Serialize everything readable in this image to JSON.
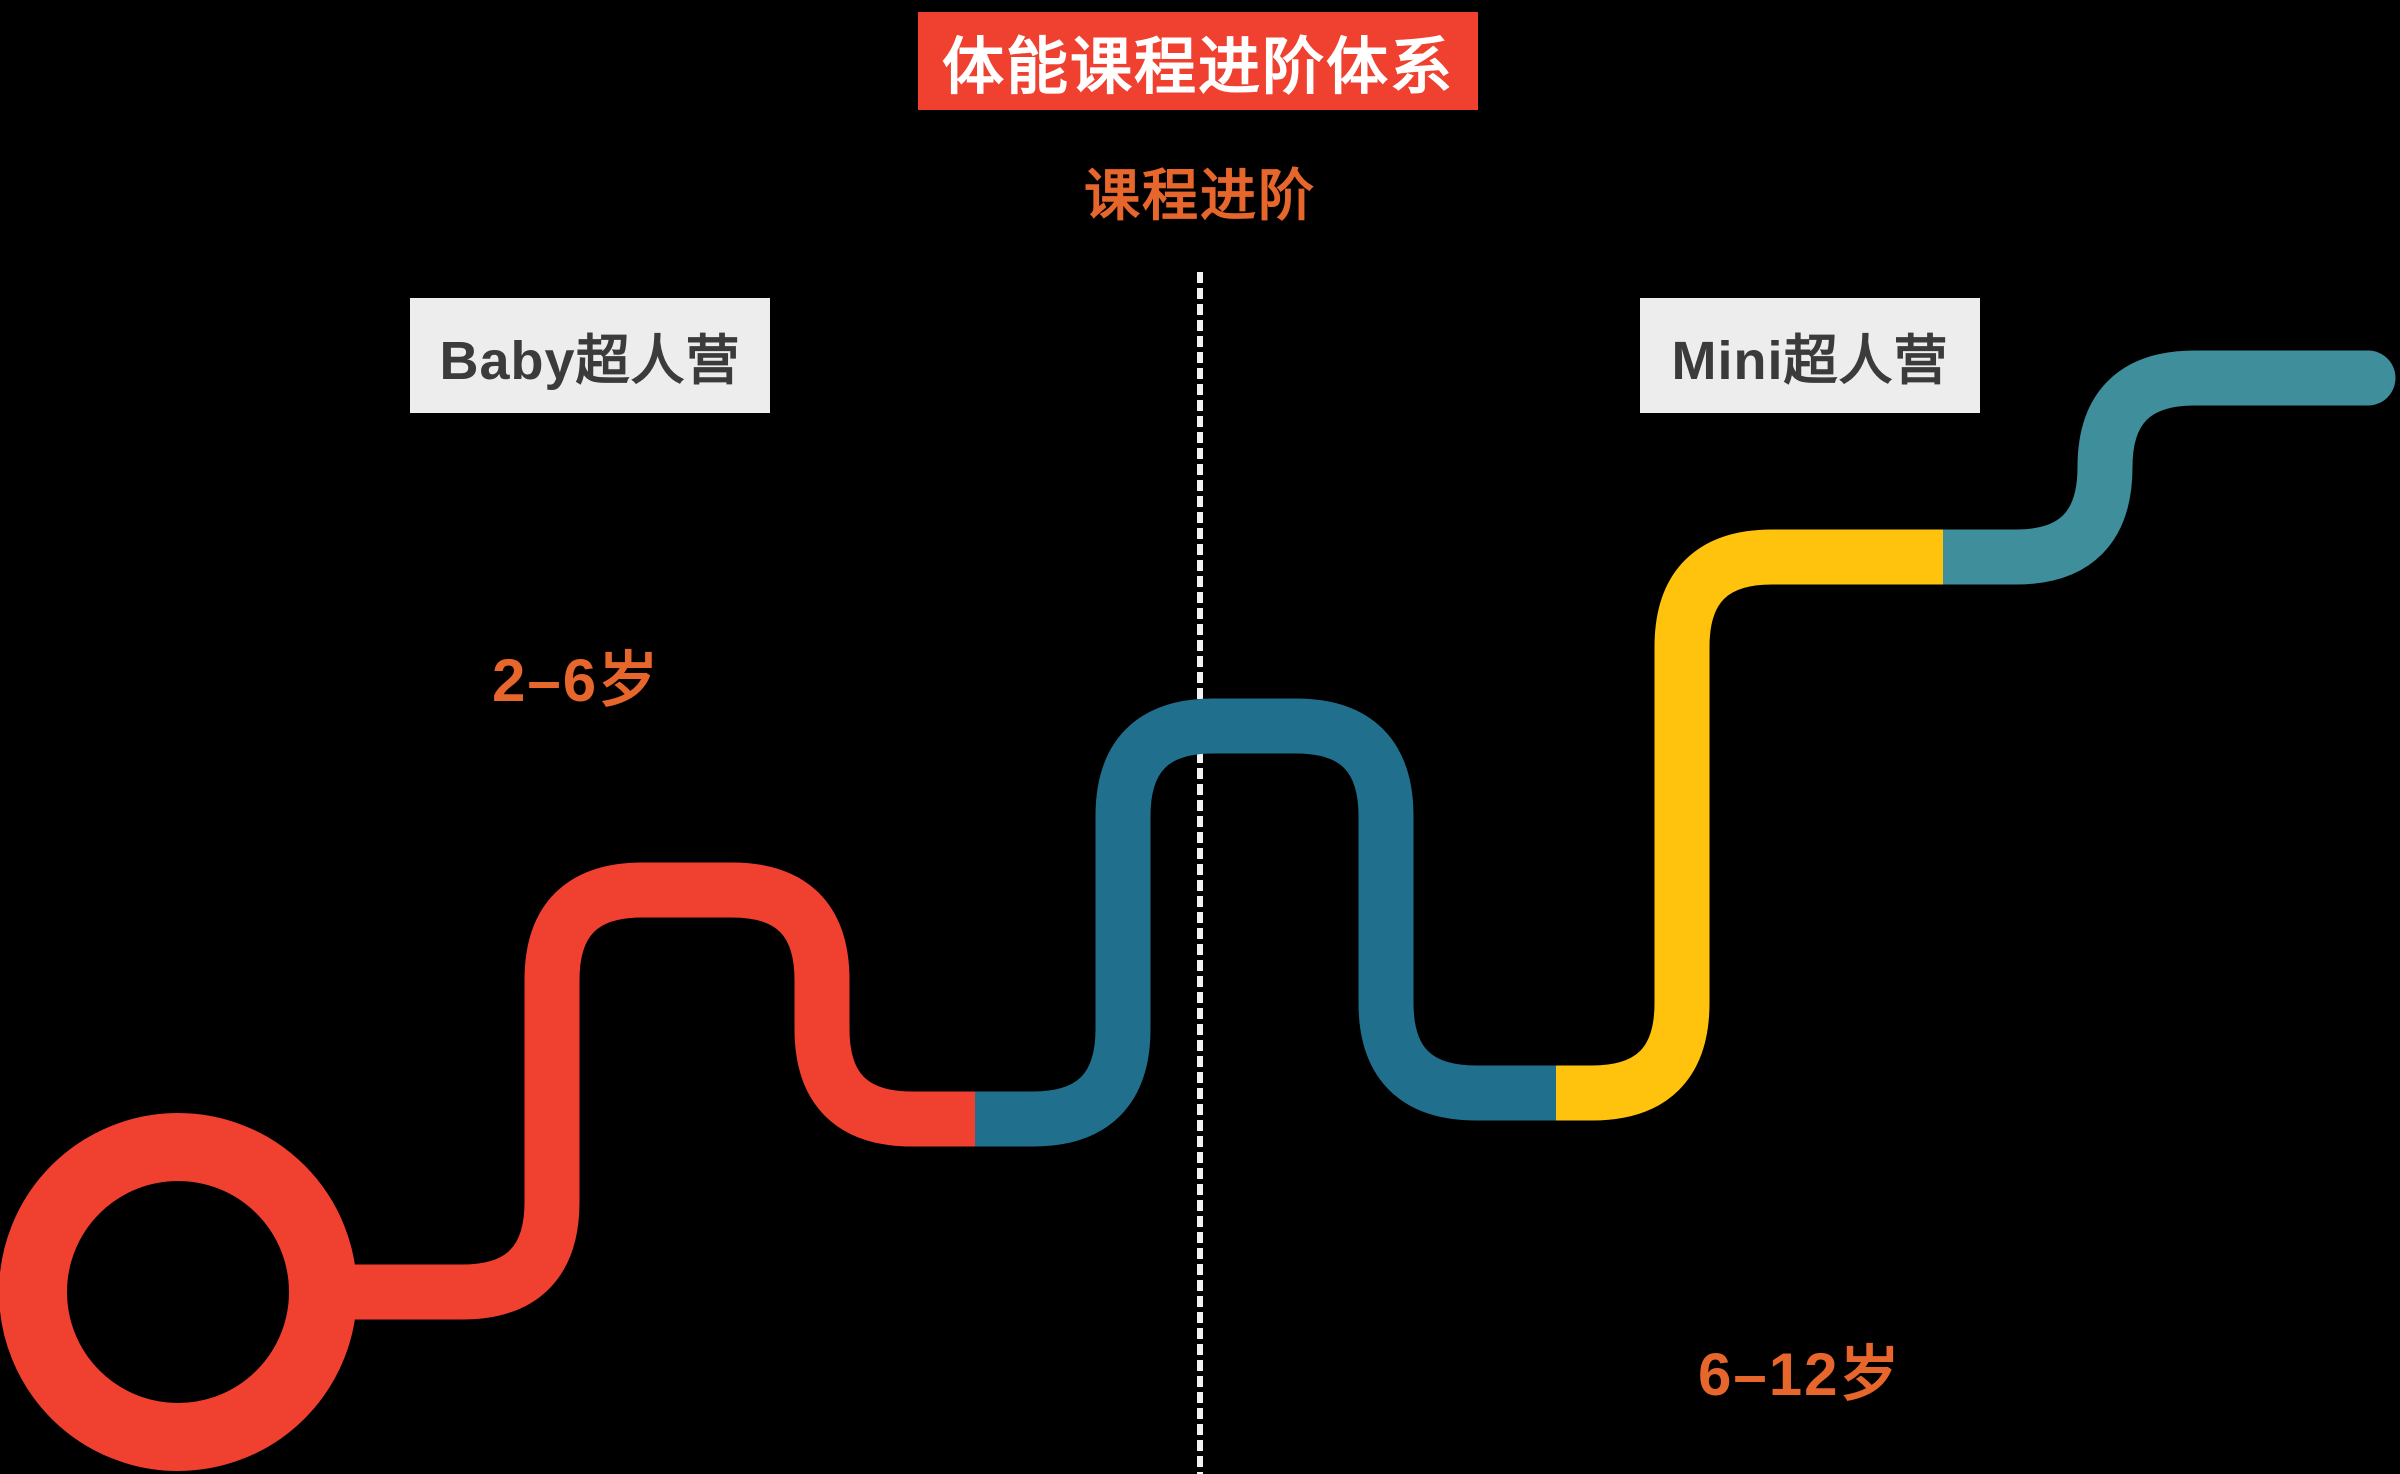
{
  "header": {
    "title": "体能课程进阶体系",
    "subtitle": "课程进阶"
  },
  "stages": {
    "baby": {
      "label": "Baby超人营",
      "age_range": "2–6岁"
    },
    "mini": {
      "label": "Mini超人营",
      "age_range": "6–12岁"
    }
  },
  "colors": {
    "background": "#000000",
    "title_box_bg": "#F0402F",
    "title_text": "#FFFFFF",
    "subtitle_orange": "#E7662C",
    "age_text_orange": "#E7662C",
    "label_box_bg": "#EDEDEE",
    "label_text": "#3B3B3B",
    "path_red": "#F0402F",
    "path_blue": "#20708D",
    "path_yellow": "#FFC20D",
    "path_teal": "#3E8E9B",
    "divider_dash": "#F2F2F2"
  }
}
